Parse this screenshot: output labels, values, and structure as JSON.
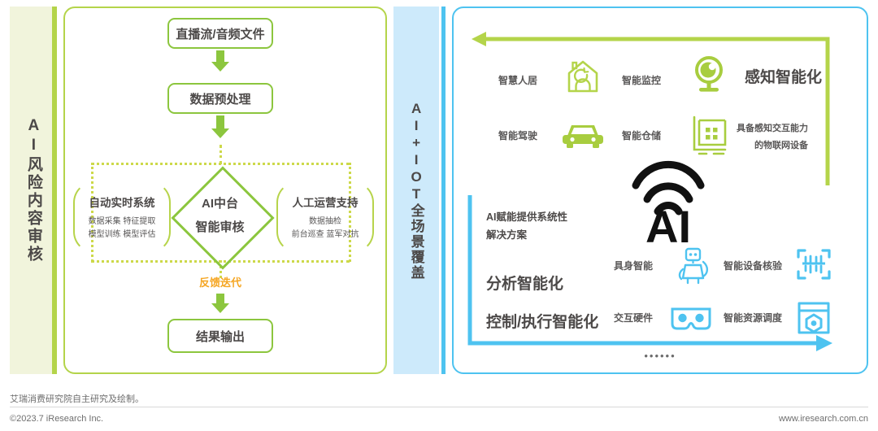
{
  "left_section": {
    "sidebar_label": "AI风险内容审核",
    "flow": {
      "source": "直播流/音频文件",
      "preprocess": "数据预处理",
      "output": "结果输出",
      "feedback": "反馈迭代"
    },
    "center_diamond": {
      "line1": "AI中台",
      "line2": "智能审核"
    },
    "cards": [
      {
        "title": "自动实时系统",
        "line1": "数据采集  特征提取",
        "line2": "模型训练  模型评估"
      },
      {
        "title": "人工运营支持",
        "line1": "数据抽检",
        "line2": "前台巡查 蓝军对抗"
      }
    ]
  },
  "right_section": {
    "sidebar_label": "AI+IOT全场景覆盖",
    "perception_title": "感知智能化",
    "iot_title_line1": "具备感知交互能力",
    "iot_title_line2": "的物联网设备",
    "green_items": [
      {
        "label": "智慧人居",
        "icon": "smart-home-icon"
      },
      {
        "label": "智能监控",
        "icon": "security-camera-icon"
      },
      {
        "label": "智能驾驶",
        "icon": "car-icon"
      },
      {
        "label": "智能仓储",
        "icon": "warehouse-icon"
      }
    ],
    "ai_logo": "AI",
    "solution_line1": "AI赋能提供系统性",
    "solution_line2": "解决方案",
    "analysis_title": "分析智能化",
    "control_title": "控制/执行智能化",
    "blue_items": [
      {
        "label": "具身智能",
        "icon": "robot-icon"
      },
      {
        "label": "智能设备核验",
        "icon": "scan-code-icon"
      },
      {
        "label": "交互硬件",
        "icon": "vr-goggles-icon"
      },
      {
        "label": "智能资源调度",
        "icon": "resource-dispatch-icon"
      }
    ],
    "ellipsis": "••••••"
  },
  "footer": {
    "note": "艾瑞消费研究院自主研究及绘制。",
    "copyright": "©2023.7 iResearch Inc.",
    "url": "www.iresearch.com.cn"
  },
  "colors": {
    "green": "#8cc63e",
    "green_light": "#b4d44a",
    "green_pale_bg": "#f1f4dc",
    "blue": "#4ec3f0",
    "blue_pale_bg": "#cdeafb",
    "orange": "#f5a623",
    "dotted": "#cdd94a",
    "text_dark": "#4c4948",
    "text_gray": "#595757"
  }
}
